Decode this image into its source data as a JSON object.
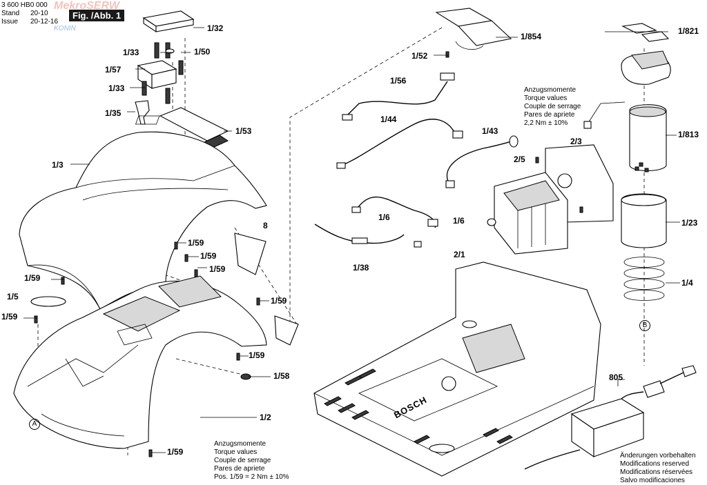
{
  "header": {
    "part_no": "3 600 HB0 000",
    "stand_label": "Stand",
    "stand_value": "20-10",
    "issue_label": "Issue",
    "issue_value": "20-12-16",
    "figure": "Fig. /Abb. 1"
  },
  "watermark": {
    "text": "MekroSERW",
    "sub": "KONIN"
  },
  "labels": {
    "l1_32": "1/32",
    "l1_33a": "1/33",
    "l1_50": "1/50",
    "l1_57": "1/57",
    "l1_33b": "1/33",
    "l1_35": "1/35",
    "l1_53": "1/53",
    "l1_3": "1/3",
    "l8": "8",
    "l1_59a": "1/59",
    "l1_59b": "1/59",
    "l1_59c": "1/59",
    "l1_59d": "1/59",
    "l1_5": "1/5",
    "l1_59e": "1/59",
    "l1_59f": "1/59",
    "l1_59g": "1/59",
    "l1_58": "1/58",
    "l1_2": "1/2",
    "l1_59h": "1/59",
    "l1_854": "1/854",
    "l1_52": "1/52",
    "l1_56": "1/56",
    "l1_44": "1/44",
    "l1_43": "1/43",
    "l2_5": "2/5",
    "l2_3": "2/3",
    "l1_6a": "1/6",
    "l1_6b": "1/6",
    "l1_38": "1/38",
    "l2_1": "2/1",
    "l1_821": "1/821",
    "l1_813": "1/813",
    "l1_23": "1/23",
    "l1_4": "1/4",
    "l805": "805"
  },
  "circles": {
    "a": "A",
    "b": "B"
  },
  "torque_top": [
    "Anzugsmomente",
    "Torque values",
    "Couple de serrage",
    "Pares de apriete",
    "2,2 Nm ± 10%"
  ],
  "torque_bottom": [
    "Anzugsmomente",
    "Torque values",
    "Couple de serrage",
    "Pares de apriete",
    "Pos.    1/59 = 2 Nm ± 10%"
  ],
  "changes": [
    "Änderungen vorbehalten",
    "Modifications reserved",
    "Modifications réservées",
    "Salvo modificaciones"
  ],
  "base_brand": "BOSCH"
}
